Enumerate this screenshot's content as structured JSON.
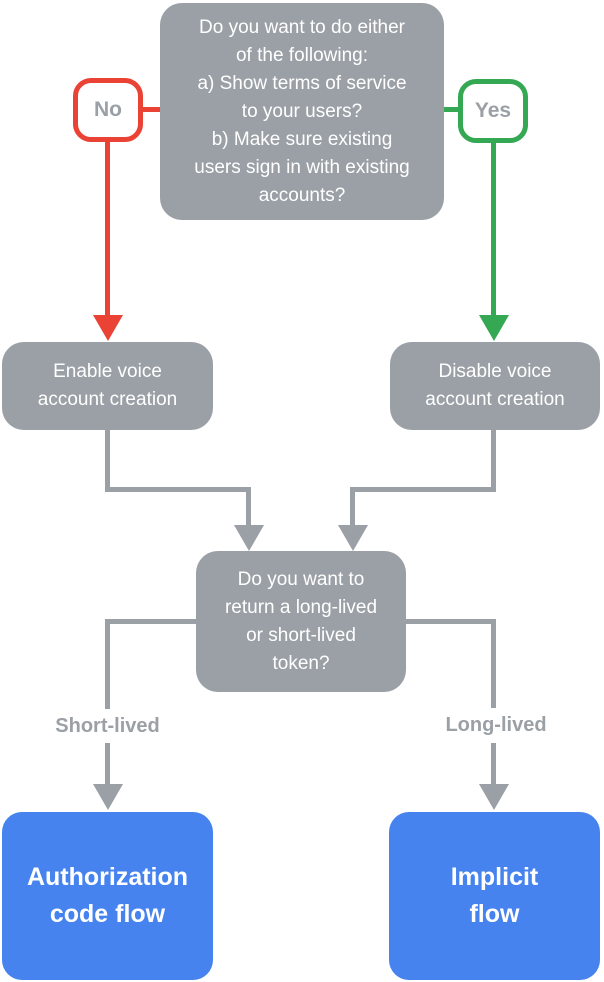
{
  "diagram": {
    "type": "flowchart",
    "background": "#ffffff",
    "colors": {
      "node_gray": "#9AA0A6",
      "no_red": "#EA4335",
      "yes_green": "#34A853",
      "result_blue": "#4683EE",
      "node_text": "#FFFFFF",
      "badge_text": "#9AA0A6",
      "label_background": "#FFFFFF"
    },
    "nodes": {
      "top_question": "Do you want to do either\nof the following:\na) Show terms of service\nto your users?\nb) Make sure existing\nusers sign in with existing\naccounts?",
      "no_badge": "No",
      "yes_badge": "Yes",
      "enable_voice": "Enable voice\naccount creation",
      "disable_voice": "Disable voice\naccount creation",
      "token_question": "Do you want to\nreturn a long-lived\nor short-lived\ntoken?",
      "short_lived_label": "Short-lived",
      "long_lived_label": "Long-lived",
      "authorization_code_flow": "Authorization\ncode flow",
      "implicit_flow": "Implicit\nflow"
    },
    "edges": [
      {
        "from": "top_question",
        "label": "No",
        "to": "enable_voice",
        "color": "#EA4335"
      },
      {
        "from": "top_question",
        "label": "Yes",
        "to": "disable_voice",
        "color": "#34A853"
      },
      {
        "from": "enable_voice",
        "to": "token_question",
        "color": "#9AA0A6"
      },
      {
        "from": "disable_voice",
        "to": "token_question",
        "color": "#9AA0A6"
      },
      {
        "from": "token_question",
        "label": "Short-lived",
        "to": "authorization_code_flow",
        "color": "#9AA0A6"
      },
      {
        "from": "token_question",
        "label": "Long-lived",
        "to": "implicit_flow",
        "color": "#9AA0A6"
      }
    ]
  }
}
